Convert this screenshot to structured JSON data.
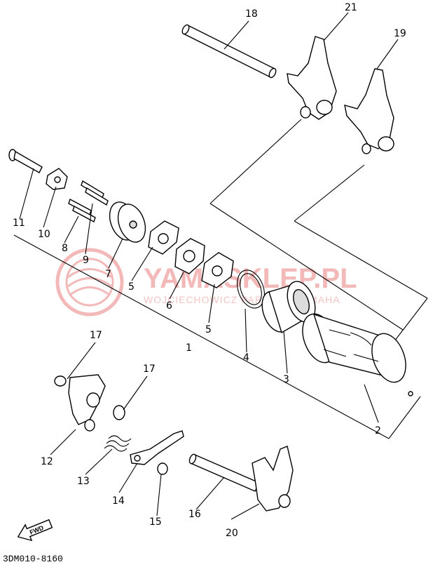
{
  "callouts": [
    {
      "id": "c18",
      "label": "18"
    },
    {
      "id": "c21",
      "label": "21"
    },
    {
      "id": "c19",
      "label": "19"
    },
    {
      "id": "c11",
      "label": "11"
    },
    {
      "id": "c10",
      "label": "10"
    },
    {
      "id": "c8",
      "label": "8"
    },
    {
      "id": "c9",
      "label": "9"
    },
    {
      "id": "c7",
      "label": "7"
    },
    {
      "id": "c5a",
      "label": "5"
    },
    {
      "id": "c6",
      "label": "6"
    },
    {
      "id": "c5b",
      "label": "5"
    },
    {
      "id": "c1",
      "label": "1"
    },
    {
      "id": "c4",
      "label": "4"
    },
    {
      "id": "c3",
      "label": "3"
    },
    {
      "id": "c2",
      "label": "2"
    },
    {
      "id": "c17a",
      "label": "17"
    },
    {
      "id": "c17b",
      "label": "17"
    },
    {
      "id": "c12",
      "label": "12"
    },
    {
      "id": "c13",
      "label": "13"
    },
    {
      "id": "c14",
      "label": "14"
    },
    {
      "id": "c15",
      "label": "15"
    },
    {
      "id": "c16",
      "label": "16"
    },
    {
      "id": "c20",
      "label": "20"
    }
  ],
  "watermark": {
    "brand": "YAMASKLEP.PL",
    "subtitle": "WOJCIECHOWICZ PARTNER YAMAHA"
  },
  "fwd_label": "FWD",
  "diagram_code": "3DM010-8160"
}
